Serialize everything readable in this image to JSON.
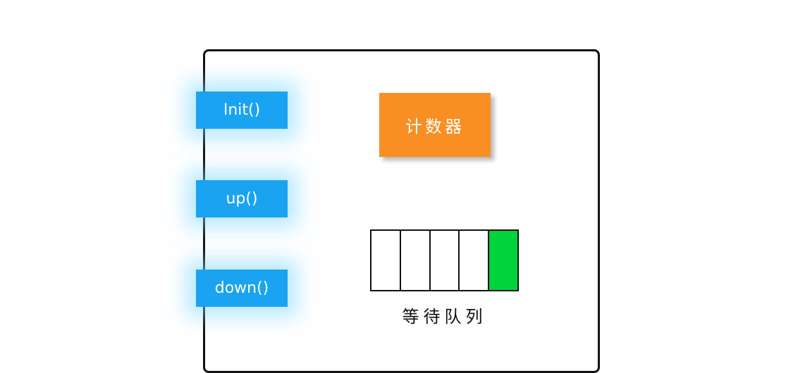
{
  "methods": [
    {
      "label": "Init()"
    },
    {
      "label": "up()"
    },
    {
      "label": "down()"
    }
  ],
  "counter": {
    "label": "计数器",
    "color": "#f98f24"
  },
  "queue": {
    "label": "等待队列",
    "slots": [
      {
        "filled": false
      },
      {
        "filled": false
      },
      {
        "filled": false
      },
      {
        "filled": false
      },
      {
        "filled": true
      }
    ],
    "fill_color": "#00d43a"
  },
  "colors": {
    "method_button": "#1aa3f0",
    "method_glow": "#7dd7ff"
  }
}
